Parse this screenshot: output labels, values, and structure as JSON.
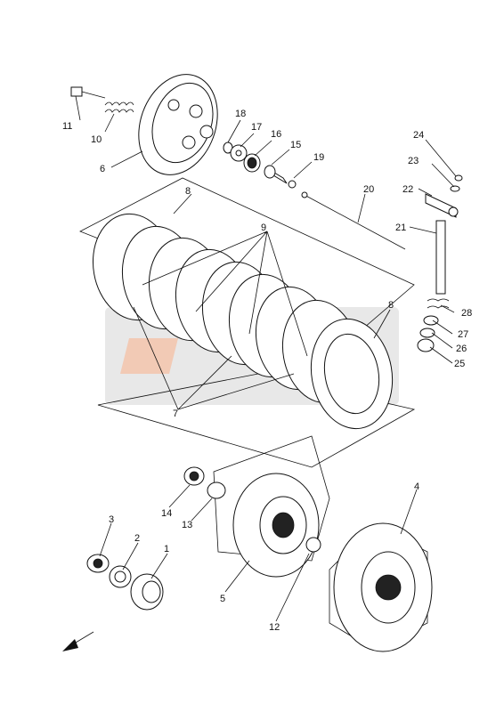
{
  "diagram": {
    "labels": {
      "l1": "1",
      "l2": "2",
      "l3": "3",
      "l4": "4",
      "l5": "5",
      "l6": "6",
      "l7": "7",
      "l8a": "8",
      "l8b": "8",
      "l9": "9",
      "l10": "10",
      "l11": "11",
      "l12": "12",
      "l13": "13",
      "l14": "14",
      "l15": "15",
      "l16": "16",
      "l17": "17",
      "l18": "18",
      "l19": "19",
      "l20": "20",
      "l21": "21",
      "l22": "22",
      "l23": "23",
      "l24": "24",
      "l25": "25",
      "l26": "26",
      "l27": "27",
      "l28": "28"
    },
    "watermark_color": "#c9c9c9",
    "watermark_accent": "#e8a07a",
    "direction_arrow": "front-arrow"
  }
}
